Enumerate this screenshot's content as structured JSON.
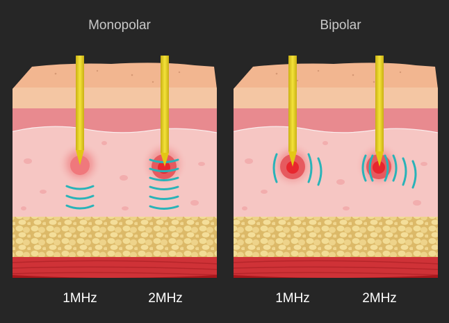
{
  "panels": [
    {
      "title": "Monopolar",
      "needles": [
        {
          "frequency_label": "1MHz"
        },
        {
          "frequency_label": "2MHz"
        }
      ]
    },
    {
      "title": "Bipolar",
      "needles": [
        {
          "frequency_label": "1MHz"
        },
        {
          "frequency_label": "2MHz"
        }
      ]
    }
  ],
  "colors": {
    "background": "#262626",
    "epidermis": "#f4c6a3",
    "dermis_upper": "#e88a8f",
    "dermis": "#f6c6c3",
    "fat": "#e9cf86",
    "muscle": "#cf3237",
    "needle": "#e8d21b",
    "wave": "#29b3b8",
    "hotspot": "#e8262e"
  }
}
